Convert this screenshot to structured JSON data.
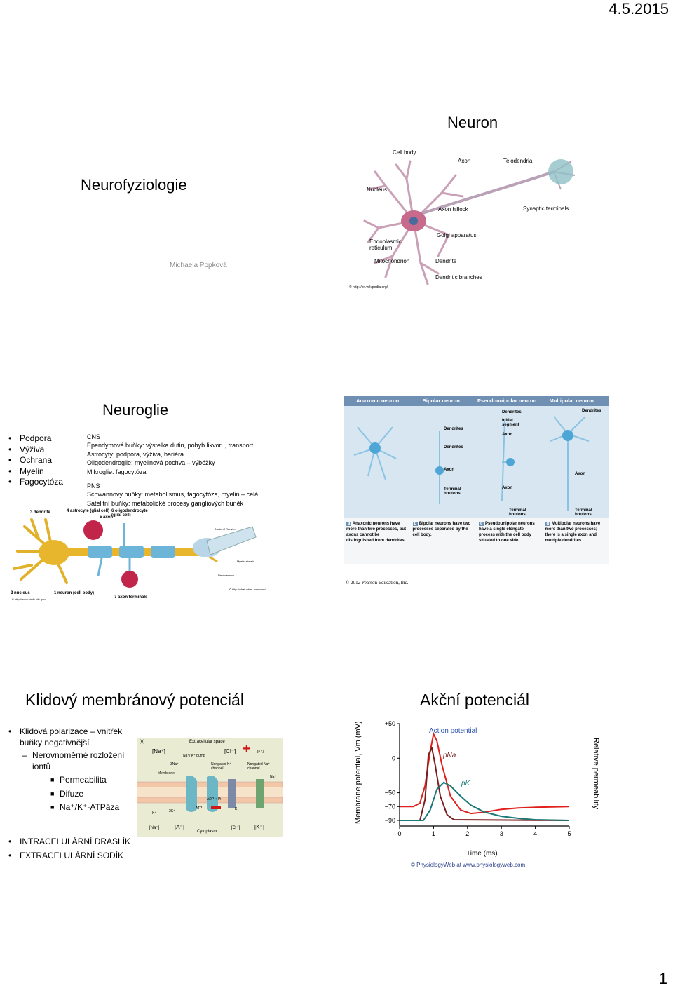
{
  "header": {
    "date": "4.5.2015"
  },
  "footer": {
    "page_number": "1"
  },
  "slide1": {
    "title": "Neurofyziologie",
    "author": "Michaela Popková"
  },
  "slide2": {
    "title": "Neuron",
    "labels": {
      "cell_body": "Cell body",
      "axon": "Axon",
      "telodendria": "Telodendria",
      "nucleus": "Nucleus",
      "axon_hillock": "Axon hillock",
      "synaptic_terminals": "Synaptic terminals",
      "golgi": "Golgi apparatus",
      "er": "Endoplasmic reticulum",
      "mitochondrion": "Mitochondrion",
      "dendrite": "Dendrite",
      "dendritic_branches": "Dendritic branches",
      "credit": "© http://en.wikipedia.org/"
    }
  },
  "slide3": {
    "title": "Neuroglie",
    "bullets": [
      "Podpora",
      "Výživa",
      "Ochrana",
      "Myelin",
      "Fagocytóza"
    ],
    "cns_heading": "CNS",
    "cns_lines": [
      "Ependymové buňky: výstelka dutin, pohyb likvoru, transport",
      "Astrocyty: podpora, výživa, bariéra",
      "Oligodendroglie: myelinová pochva – výběžky",
      "Mikroglie: fagocytóza"
    ],
    "pns_heading": "PNS",
    "pns_lines": [
      "Schwannovy buňky: metabolismus, fagocytóza, myelin – celá",
      "Satelitní buňky: metabolické procesy gangliových buněk"
    ],
    "glia_labels": {
      "dendrite": "3 dendrite",
      "astrocyte": "4 astrocyte (glial cell)",
      "oligo": "6 oligodendrocyte (glial cell)",
      "axon": "5 axon",
      "nucleus": "2 nucleus",
      "neuron": "1 neuron (cell body)",
      "terminals": "7 axon terminals",
      "credit1": "© http://www.ninds.nih.gov/",
      "credit2": "© http://what-when-how.com/",
      "myelin": "Myelin sheath",
      "node": "Node of Ranvier",
      "neurolemma": "Neurolemma"
    }
  },
  "slide4": {
    "headers": [
      "Anaxonic neuron",
      "Bipolar neuron",
      "Pseudounipolar neuron",
      "Multipolar neuron"
    ],
    "labels": {
      "dendrites": "Dendrites",
      "initial_segment": "Initial segment",
      "axon": "Axon",
      "terminal_boutons": "Terminal boutons"
    },
    "captions": [
      {
        "letter": "a",
        "text": "Anaxonic neurons have more than two processes, but axons cannot be distinguished from dendrites."
      },
      {
        "letter": "b",
        "text": "Bipolar neurons have two processes separated by the cell body."
      },
      {
        "letter": "c",
        "text": "Pseudounipolar neurons have a single elongate process with the cell body situated to one side."
      },
      {
        "letter": "d",
        "text": "Multipolar neurons have more than two processes; there is a single axon and multiple dendrites."
      }
    ],
    "copyright": "© 2012 Pearson Education, Inc."
  },
  "slide5": {
    "title": "Klidový membránový potenciál",
    "items": [
      {
        "level": 1,
        "text": "Klidová polarizace – vnitřek buňky negativnější"
      },
      {
        "level": 2,
        "text": "Nerovnoměrné rozložení iontů"
      },
      {
        "level": 3,
        "text": "Permeabilita"
      },
      {
        "level": 3,
        "text": "Difuze"
      },
      {
        "level": 3,
        "text": "Na⁺/K⁺-ATPáza"
      }
    ],
    "bottom_items": [
      "INTRACELULÁRNÍ DRASLÍK",
      "EXTRACELULÁRNÍ SODÍK"
    ],
    "diagram": {
      "panel": "(e)",
      "extracellular": "Extracellular space",
      "na_out": "[Na⁺]",
      "cl_out": "[Cl⁻]",
      "k_out": "[K⁺]",
      "pump": "Na⁺/ K⁺ pump",
      "three_na": "3Na⁺",
      "membrane": "Membrane",
      "k_channel": "Nongated K⁺ channel",
      "na_channel": "Nongated Na⁺ channel",
      "adp": "ADP + Pi",
      "atp": "ATP",
      "two_k": "2K⁺",
      "k_ion": "K⁺",
      "na_ion": "Na⁺",
      "na_in": "[Na⁺]",
      "a_in": "[A⁻]",
      "cytoplasm": "Cytoplasm",
      "cl_in": "[Cl⁻]",
      "k_in": "[K⁻]",
      "plus": "+",
      "minus": "−"
    }
  },
  "slide6": {
    "title": "Akční potenciál",
    "chart_data": {
      "type": "line",
      "title": "",
      "xlabel": "Time (ms)",
      "ylabel": "Membrane potential, Vm (mV)",
      "y2label": "Relative permeability",
      "xlim": [
        0,
        5
      ],
      "ylim": [
        -90,
        50
      ],
      "xticks": [
        0,
        1,
        2,
        3,
        4,
        5
      ],
      "yticks": [
        50,
        0,
        -50,
        -70,
        -90
      ],
      "ytick_labels": [
        "+50",
        "0",
        "−50",
        "−70",
        "−90"
      ],
      "credit": "© PhysiologyWeb at www.physiologyweb.com",
      "series": [
        {
          "name": "Action potential",
          "color": "#e0201c",
          "x": [
            0,
            0.4,
            0.6,
            0.75,
            0.9,
            1.0,
            1.1,
            1.25,
            1.5,
            1.8,
            2.1,
            2.5,
            3.0,
            3.5,
            4.0,
            5.0
          ],
          "y": [
            -70,
            -70,
            -65,
            -40,
            10,
            35,
            25,
            -10,
            -55,
            -75,
            -80,
            -78,
            -74,
            -72,
            -71,
            -70
          ]
        },
        {
          "name": "pNa",
          "color": "#7a1d1d",
          "x": [
            0,
            0.6,
            0.75,
            0.85,
            0.95,
            1.05,
            1.2,
            1.4,
            1.6,
            5.0
          ],
          "y": [
            -90,
            -90,
            -60,
            5,
            15,
            -10,
            -55,
            -82,
            -89,
            -90
          ]
        },
        {
          "name": "pK",
          "color": "#1b7a78",
          "x": [
            0,
            0.7,
            0.9,
            1.1,
            1.3,
            1.5,
            1.8,
            2.1,
            2.5,
            3.0,
            3.5,
            4.0,
            5.0
          ],
          "y": [
            -90,
            -90,
            -75,
            -45,
            -35,
            -40,
            -55,
            -68,
            -78,
            -84,
            -87,
            -89,
            -90
          ]
        }
      ]
    }
  }
}
